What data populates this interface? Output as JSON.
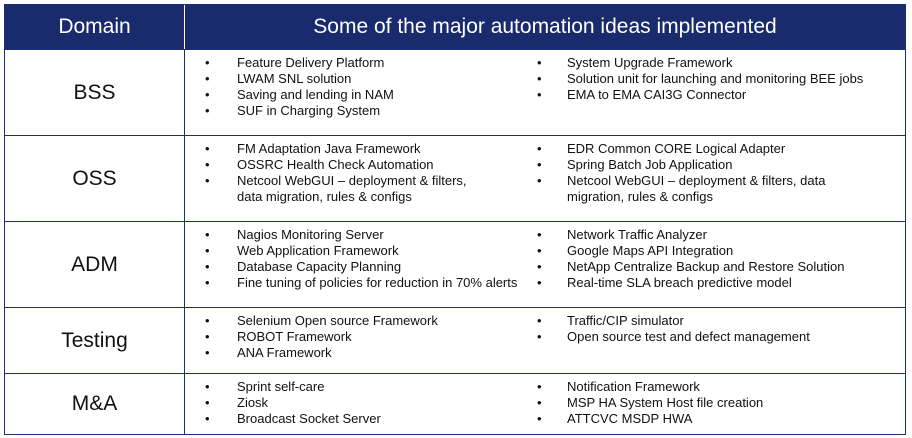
{
  "header": {
    "domain": "Domain",
    "ideas": "Some of the major automation ideas implemented"
  },
  "rows": [
    {
      "domain": "BSS",
      "left": [
        "Feature Delivery Platform",
        "LWAM SNL solution",
        "Saving and lending in NAM",
        "SUF in Charging System"
      ],
      "right": [
        "System Upgrade Framework",
        "Solution unit for launching and monitoring BEE jobs",
        "EMA to EMA CAI3G Connector"
      ]
    },
    {
      "domain": "OSS",
      "left": [
        "FM Adaptation Java Framework",
        "OSSRC Health Check Automation",
        "Netcool WebGUI – deployment & filters,\ndata migration, rules & configs"
      ],
      "right": [
        "EDR Common CORE Logical Adapter",
        "Spring Batch Job Application",
        "Netcool WebGUI – deployment & filters, data\nmigration, rules & configs"
      ]
    },
    {
      "domain": "ADM",
      "left": [
        "Nagios Monitoring Server",
        "Web Application Framework",
        "Database Capacity Planning",
        "Fine tuning of policies for reduction in 70% alerts"
      ],
      "right": [
        "Network Traffic Analyzer",
        "Google Maps API Integration",
        "NetApp Centralize Backup and Restore Solution",
        "Real-time SLA breach predictive model"
      ]
    },
    {
      "domain": "Testing",
      "left": [
        "Selenium Open source Framework",
        "ROBOT Framework",
        "ANA Framework"
      ],
      "right": [
        "Traffic/CIP simulator",
        "Open source test and defect management"
      ]
    },
    {
      "domain": "M&A",
      "left": [
        "Sprint self-care",
        "Ziosk",
        "Broadcast Socket Server"
      ],
      "right": [
        "Notification Framework",
        "MSP HA System Host file creation",
        "ATTCVC MSDP HWA"
      ]
    }
  ],
  "bullet_char": "•"
}
